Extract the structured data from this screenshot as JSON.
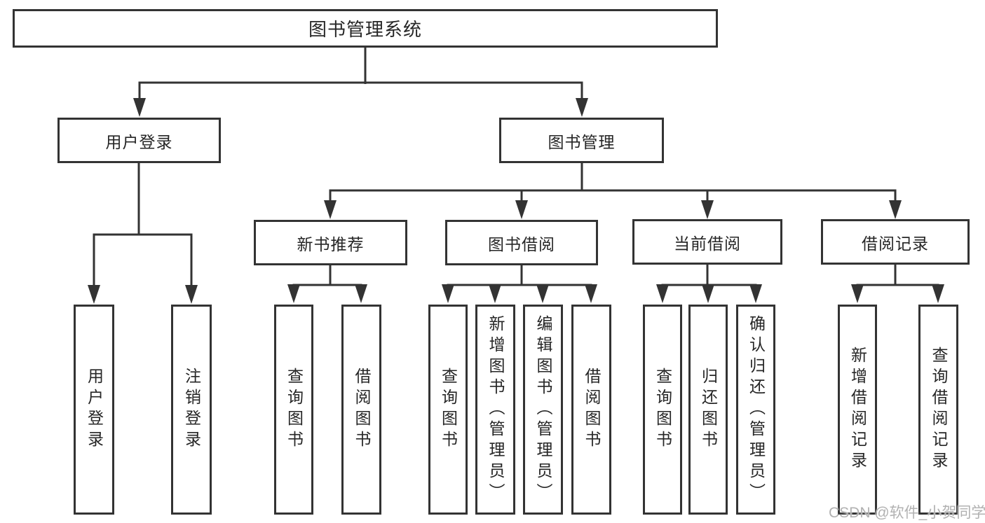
{
  "diagram": {
    "root": {
      "label": "图书管理系统"
    },
    "level2": [
      {
        "id": "user-login",
        "label": "用户登录"
      },
      {
        "id": "book-management",
        "label": "图书管理"
      }
    ],
    "level3": [
      {
        "id": "new-book-recommend",
        "label": "新书推荐"
      },
      {
        "id": "book-borrow",
        "label": "图书借阅"
      },
      {
        "id": "current-borrow",
        "label": "当前借阅"
      },
      {
        "id": "borrow-records",
        "label": "借阅记录"
      }
    ],
    "leaves": [
      {
        "parent": "用户登录",
        "label": "用户登录"
      },
      {
        "parent": "用户登录",
        "label": "注销登录"
      },
      {
        "parent": "新书推荐",
        "label": "查询图书"
      },
      {
        "parent": "新书推荐",
        "label": "借阅图书"
      },
      {
        "parent": "图书借阅",
        "label": "查询图书"
      },
      {
        "parent": "图书借阅",
        "label": "新增图书（管理员）"
      },
      {
        "parent": "图书借阅",
        "label": "编辑图书（管理员）"
      },
      {
        "parent": "图书借阅",
        "label": "借阅图书"
      },
      {
        "parent": "当前借阅",
        "label": "查询图书"
      },
      {
        "parent": "当前借阅",
        "label": "归还图书"
      },
      {
        "parent": "当前借阅",
        "label": "确认归还（管理员）"
      },
      {
        "parent": "借阅记录",
        "label": "新增借阅记录"
      },
      {
        "parent": "借阅记录",
        "label": "查询借阅记录"
      }
    ]
  },
  "watermark": {
    "text": "CSDN @软件_小贺同学"
  },
  "colors": {
    "line": "#333333",
    "text": "#262626",
    "background": "#ffffff",
    "watermark": "#b1b1b1"
  }
}
